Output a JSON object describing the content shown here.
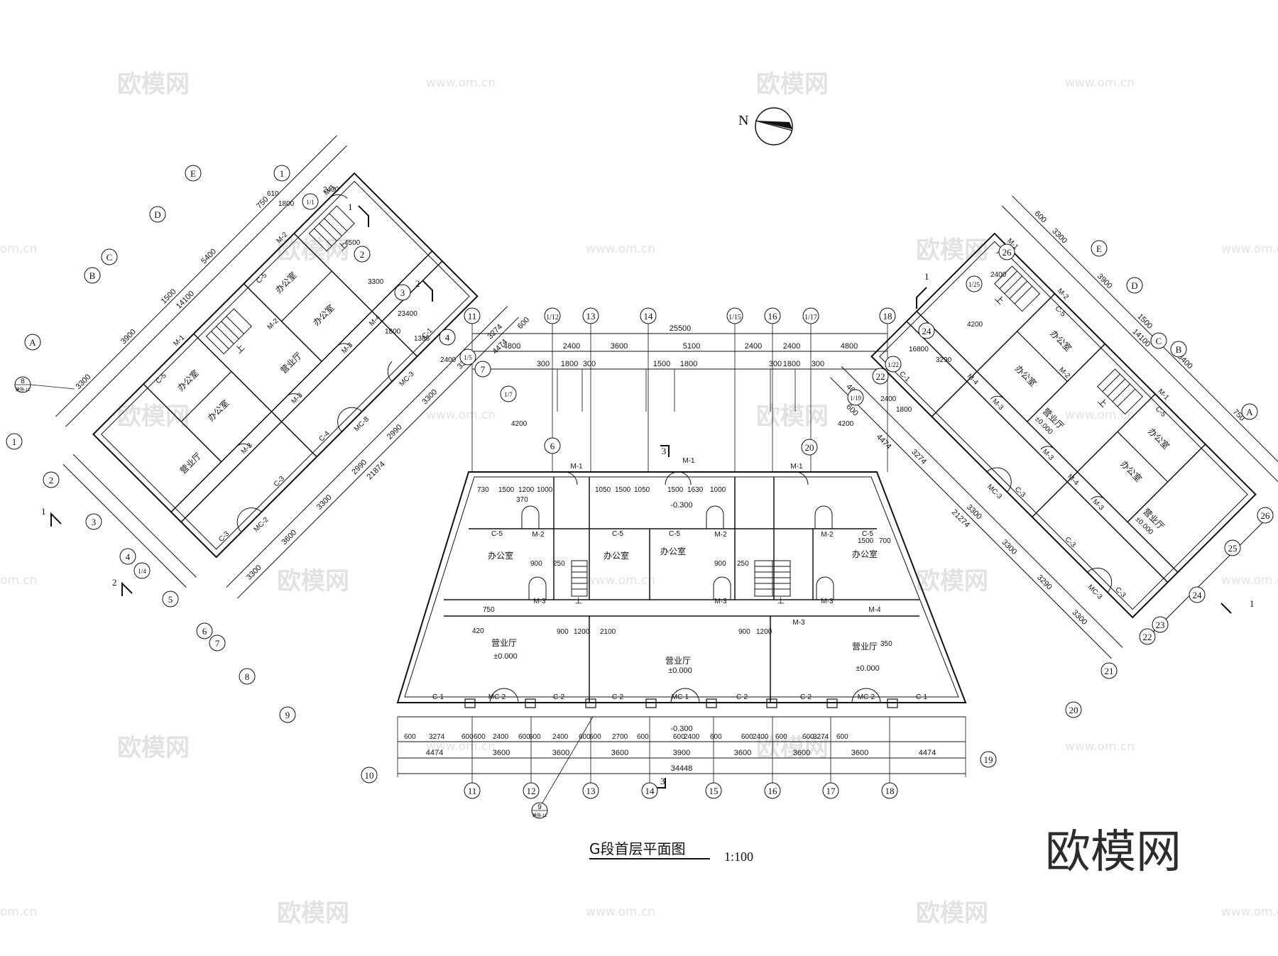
{
  "watermarks": {
    "brand_cn": "欧模网",
    "site": "www.om.cn",
    "site_edge": "om.cn"
  },
  "compass": {
    "letter": "N"
  },
  "title": {
    "text": "G段首层平面图",
    "scale": "1:100"
  },
  "brand_logo": "欧模网",
  "top_axes": [
    "11",
    "1/12",
    "13",
    "14",
    "1/15",
    "16",
    "1/17",
    "18"
  ],
  "bottom_axes": [
    "11",
    "12",
    "13",
    "14",
    "15",
    "16",
    "17",
    "18"
  ],
  "top_dims": {
    "overall": "25500",
    "segments": [
      "4800",
      "2400",
      "3600",
      "5100",
      "2400",
      "2400",
      "4800"
    ],
    "windows": [
      "300",
      "1800",
      "300",
      "1500",
      "1800",
      "300",
      "1800",
      "300"
    ]
  },
  "bottom_dims": {
    "row1": [
      "600",
      "3274",
      "600",
      "600",
      "2400",
      "600",
      "600",
      "2400",
      "600",
      "600",
      "2700",
      "600",
      "600",
      "2400",
      "600",
      "600",
      "2400",
      "600",
      "600",
      "3274",
      "600"
    ],
    "row2": [
      "4474",
      "3600",
      "3600",
      "3600",
      "3900",
      "3600",
      "3600",
      "3600",
      "4474"
    ],
    "overall": "34448",
    "level": "-0.300"
  },
  "rooms": {
    "office": "办公室",
    "hall": "营业厅",
    "level_zero": "±0.000",
    "level_minus": "-0.300",
    "up": "上"
  },
  "center_labels": {
    "door_m1": "M-1",
    "door_m2": "M-2",
    "door_m3": "M-3",
    "door_m4": "M-4",
    "door_mc1": "MC-1",
    "door_mc2": "MC-2",
    "win_c1": "C-1",
    "win_c2": "C-2",
    "win_c5": "C-5",
    "inner_dims": [
      "730",
      "1500",
      "1200",
      "1000",
      "1050",
      "1500",
      "1050",
      "1500",
      "1630",
      "1000",
      "1500",
      "700",
      "900",
      "250",
      "900",
      "250",
      "900",
      "1200",
      "2100",
      "900",
      "1200",
      "370",
      "750",
      "420",
      "350"
    ],
    "section_mark": "3"
  },
  "left_wing": {
    "axes_outer": [
      "E",
      "D",
      "C",
      "B",
      "A"
    ],
    "axes_side": [
      "1",
      "2",
      "3",
      "4",
      "1/4",
      "5",
      "6",
      "7",
      "8",
      "9",
      "10"
    ],
    "axes_top": [
      "1",
      "1/1",
      "2",
      "3",
      "4",
      "1/5",
      "6",
      "7",
      "1/7"
    ],
    "dims_outer": [
      "3300",
      "3900",
      "1500",
      "5400",
      "750",
      "14100"
    ],
    "dims_side": [
      "3300",
      "3600",
      "3300",
      "2990",
      "2990",
      "21874",
      "3300",
      "3300",
      "3274",
      "4474",
      "600"
    ],
    "dims_top": [
      "2400",
      "4500",
      "3300",
      "23400",
      "2400",
      "4200",
      "610",
      "1800",
      "1800",
      "1386"
    ],
    "labels": [
      "M-1",
      "M-2",
      "M-3",
      "M-4",
      "C-3",
      "C-4",
      "C-5",
      "C-1",
      "MC-2",
      "MC-8",
      "MC-3"
    ],
    "section_marks": [
      "1",
      "2",
      "1",
      "2",
      "8"
    ]
  },
  "right_wing": {
    "axes_outer": [
      "E",
      "D",
      "C",
      "B",
      "A"
    ],
    "axes_side": [
      "26",
      "25",
      "24",
      "23",
      "22",
      "21",
      "20",
      "19"
    ],
    "axes_top": [
      "26",
      "1/25",
      "24",
      "1/22",
      "22",
      "1/19",
      "20"
    ],
    "dims_outer": [
      "600",
      "3300",
      "3900",
      "1500",
      "5400",
      "750",
      "14100"
    ],
    "dims_side": [
      "3300",
      "3290",
      "3300",
      "3300",
      "21274",
      "3274",
      "4474",
      "600",
      "46"
    ],
    "dims_top": [
      "2400",
      "4200",
      "3290",
      "16800",
      "2400",
      "4200",
      "1800"
    ],
    "labels": [
      "M-1",
      "M-2",
      "M-3",
      "M-4",
      "C-3",
      "C-5",
      "C-1",
      "MC-3"
    ],
    "section_marks": [
      "1",
      "1"
    ]
  },
  "detail_refs": [
    {
      "num": "8",
      "sub": "建施-11"
    },
    {
      "num": "9",
      "sub": "建施-11"
    }
  ]
}
